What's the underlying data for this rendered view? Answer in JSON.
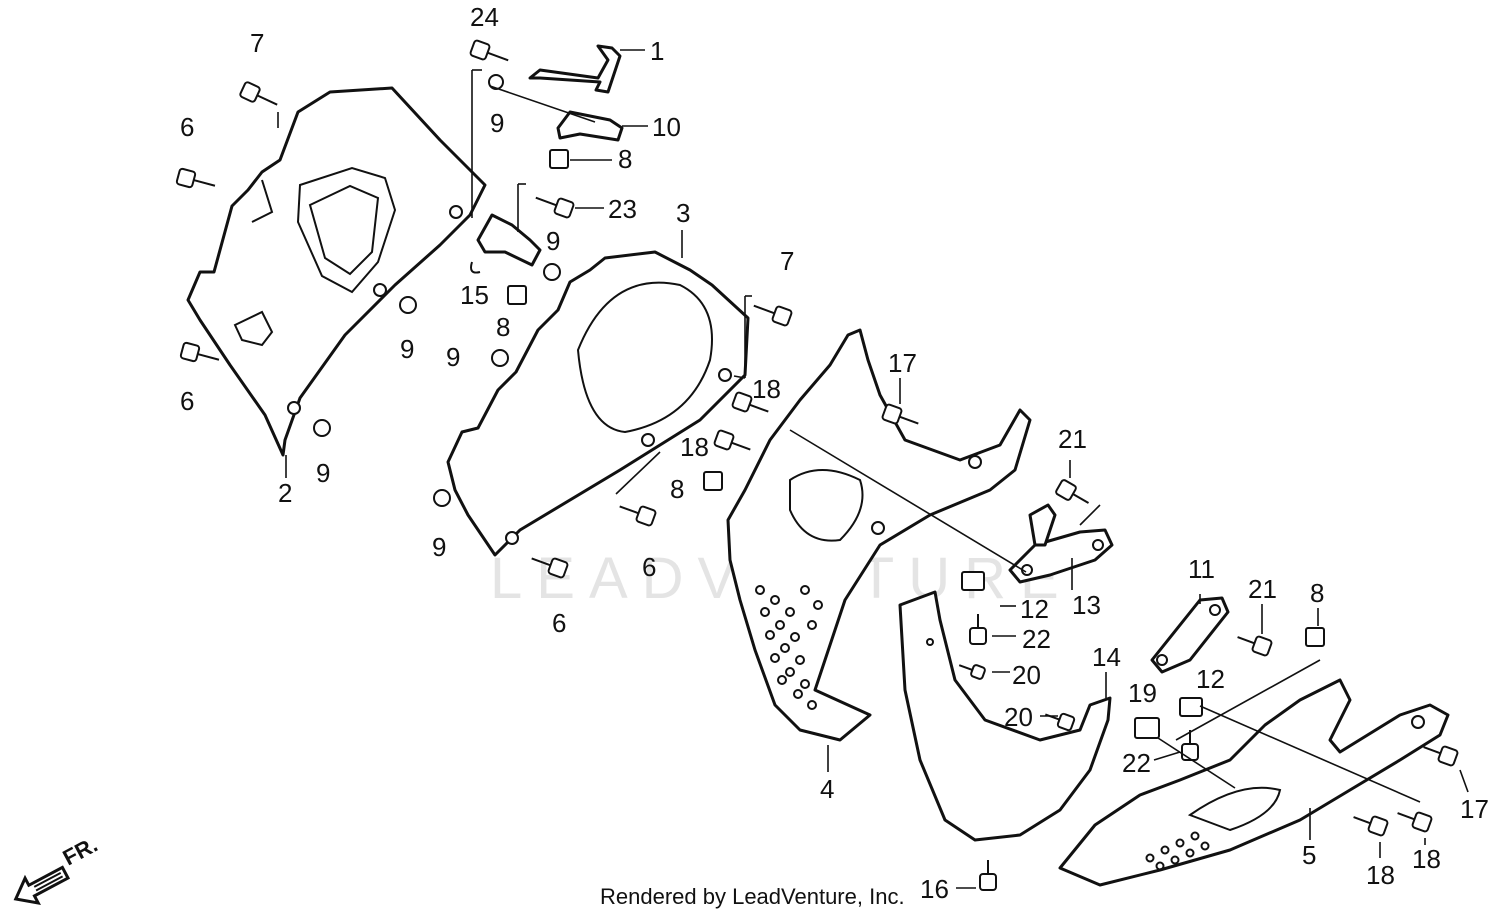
{
  "callouts": [
    {
      "id": "c1",
      "text": "1"
    },
    {
      "id": "c2",
      "text": "2"
    },
    {
      "id": "c3",
      "text": "3"
    },
    {
      "id": "c4",
      "text": "4"
    },
    {
      "id": "c5",
      "text": "5"
    },
    {
      "id": "c6a",
      "text": "6"
    },
    {
      "id": "c6b",
      "text": "6"
    },
    {
      "id": "c6c",
      "text": "6"
    },
    {
      "id": "c6d",
      "text": "6"
    },
    {
      "id": "c7a",
      "text": "7"
    },
    {
      "id": "c7b",
      "text": "7"
    },
    {
      "id": "c8a",
      "text": "8"
    },
    {
      "id": "c8b",
      "text": "8"
    },
    {
      "id": "c8c",
      "text": "8"
    },
    {
      "id": "c8d",
      "text": "8"
    },
    {
      "id": "c9a",
      "text": "9"
    },
    {
      "id": "c9b",
      "text": "9"
    },
    {
      "id": "c9c",
      "text": "9"
    },
    {
      "id": "c9d",
      "text": "9"
    },
    {
      "id": "c9e",
      "text": "9"
    },
    {
      "id": "c9f",
      "text": "9"
    },
    {
      "id": "c10",
      "text": "10"
    },
    {
      "id": "c11",
      "text": "11"
    },
    {
      "id": "c12a",
      "text": "12"
    },
    {
      "id": "c12b",
      "text": "12"
    },
    {
      "id": "c13",
      "text": "13"
    },
    {
      "id": "c14",
      "text": "14"
    },
    {
      "id": "c15",
      "text": "15"
    },
    {
      "id": "c16",
      "text": "16"
    },
    {
      "id": "c17a",
      "text": "17"
    },
    {
      "id": "c17b",
      "text": "17"
    },
    {
      "id": "c18a",
      "text": "18"
    },
    {
      "id": "c18b",
      "text": "18"
    },
    {
      "id": "c18c",
      "text": "18"
    },
    {
      "id": "c18d",
      "text": "18"
    },
    {
      "id": "c19",
      "text": "19"
    },
    {
      "id": "c20a",
      "text": "20"
    },
    {
      "id": "c20b",
      "text": "20"
    },
    {
      "id": "c21a",
      "text": "21"
    },
    {
      "id": "c21b",
      "text": "21"
    },
    {
      "id": "c22a",
      "text": "22"
    },
    {
      "id": "c22b",
      "text": "22"
    },
    {
      "id": "c23",
      "text": "23"
    },
    {
      "id": "c24",
      "text": "24"
    }
  ],
  "watermark": "LEADVENTURE",
  "direction_label": "FR.",
  "footer_text": "Rendered by LeadVenture, Inc."
}
